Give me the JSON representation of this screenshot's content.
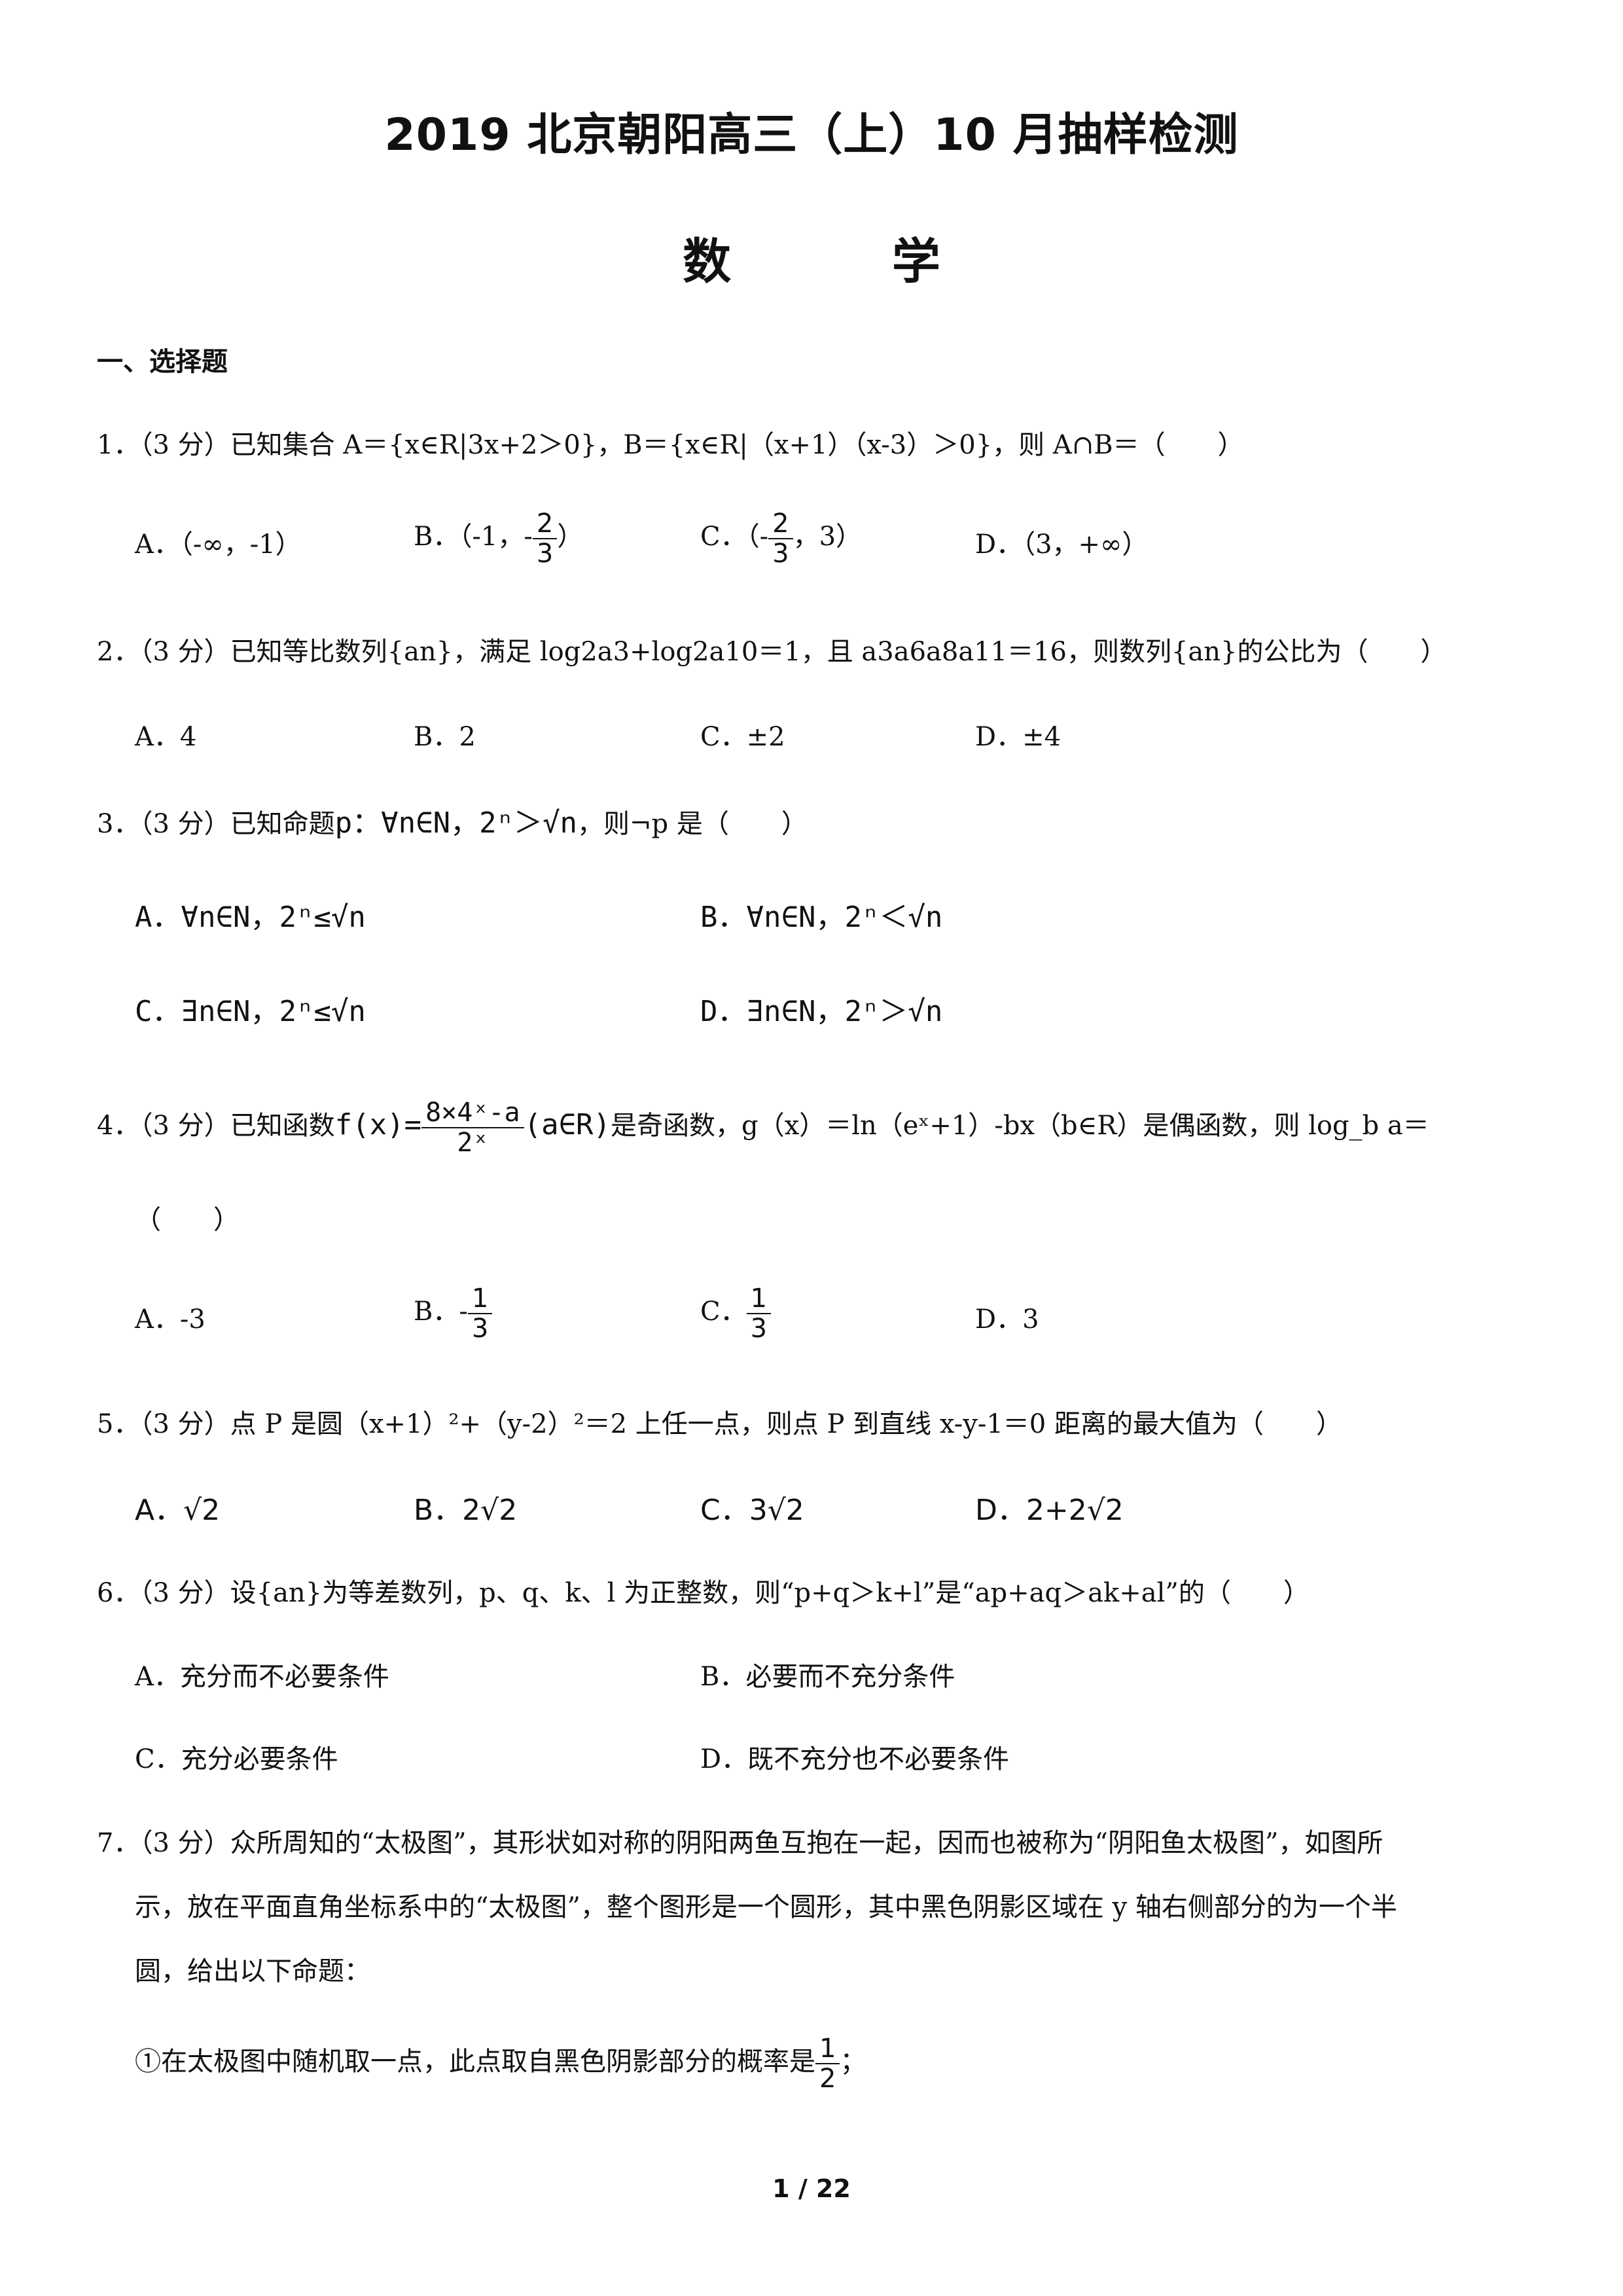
{
  "title": "2019 北京朝阳高三（上）10 月抽样检测",
  "subject": "数    学",
  "section": "一、选择题",
  "q1": {
    "num": "1．",
    "score": "（3 分）",
    "stem": "已知集合 A＝{x∈R|3x+2＞0}，B＝{x∈R|（x+1）（x-3）＞0}，则 A∩B＝（　　）",
    "A": "A．（-∞，-1）",
    "B_pre": "B．（-1，",
    "B_num": "2",
    "B_den": "3",
    "B_post": "）",
    "C_pre": "C．（",
    "C_num": "2",
    "C_den": "3",
    "C_post": "，3）",
    "D": "D．（3，+∞）"
  },
  "q2": {
    "num": "2．",
    "score": "（3 分）",
    "stem": "已知等比数列{an}，满足 log2a3+log2a10＝1，且 a3a6a8a11＝16，则数列{an}的公比为（　　）",
    "A": "A．4",
    "B": "B．2",
    "C": "C．±2",
    "D": "D．±4"
  },
  "q3": {
    "num": "3．",
    "score": "（3 分）",
    "stem_pre": "已知命题",
    "stem_formula": "p：∀n∈N，2ⁿ＞√n",
    "stem_post": "，则¬p 是（　　）",
    "A": "A．∀n∈N，2ⁿ≤√n",
    "B": "B．∀n∈N，2ⁿ＜√n",
    "C": "C．∃n∈N，2ⁿ≤√n",
    "D": "D．∃n∈N，2ⁿ＞√n"
  },
  "q4": {
    "num": "4．",
    "score": "（3 分）",
    "stem_pre": "已知函数",
    "f_lhs": "f(x)=",
    "f_num": "8×4ˣ-a",
    "f_den": "2ˣ",
    "f_cond": "(a∈R)",
    "stem_post": "是奇函数，g（x）＝ln（eˣ+1）-bx（b∈R）是偶函数，则 log_b a＝",
    "paren": "（　　）",
    "A": "A．-3",
    "B_pre": "B．-",
    "B_num": "1",
    "B_den": "3",
    "C_pre": "C．",
    "C_num": "1",
    "C_den": "3",
    "D": "D．3"
  },
  "q5": {
    "num": "5．",
    "score": "（3 分）",
    "stem": "点 P 是圆（x+1）²+（y-2）²＝2 上任一点，则点 P 到直线 x-y-1＝0 距离的最大值为（　　）",
    "A": "A．√2",
    "B": "B．2√2",
    "C": "C．3√2",
    "D": "D．2+2√2"
  },
  "q6": {
    "num": "6．",
    "score": "（3 分）",
    "stem": "设{an}为等差数列，p、q、k、l 为正整数，则“p+q＞k+l”是“ap+aq＞ak+al”的（　　）",
    "A": "A．充分而不必要条件",
    "B": "B．必要而不充分条件",
    "C": "C．充分必要条件",
    "D": "D．既不充分也不必要条件"
  },
  "q7": {
    "num": "7．",
    "score": "（3 分）",
    "line1": "众所周知的“太极图”，其形状如对称的阴阳两鱼互抱在一起，因而也被称为“阴阳鱼太极图”，如图所",
    "line2": "示，放在平面直角坐标系中的“太极图”，整个图形是一个圆形，其中黑色阴影区域在 y 轴右侧部分的为一个半",
    "line3": "圆，给出以下命题：",
    "p1_pre": "①在太极图中随机取一点，此点取自黑色阴影部分的概率是",
    "p1_num": "1",
    "p1_den": "2",
    "p1_post": "；"
  },
  "footer": "1 / 22"
}
